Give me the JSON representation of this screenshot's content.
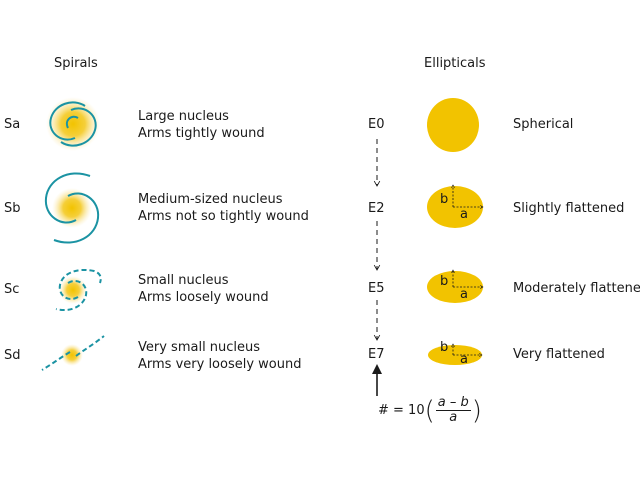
{
  "titles": {
    "spirals": "Spirals",
    "ellipticals": "Ellipticals"
  },
  "colors": {
    "nucleus": "#f2c300",
    "glow": "#f7d96a",
    "arm": "#1b93a3",
    "text": "#1a1a1a"
  },
  "spirals": [
    {
      "type": "Sa",
      "line1": "Large nucleus",
      "line2": "Arms tightly wound"
    },
    {
      "type": "Sb",
      "line1": "Medium-sized nucleus",
      "line2": "Arms not so tightly wound"
    },
    {
      "type": "Sc",
      "line1": "Small nucleus",
      "line2": "Arms loosely wound"
    },
    {
      "type": "Sd",
      "line1": "Very small nucleus",
      "line2": "Arms very loosely wound"
    }
  ],
  "ellipticals": [
    {
      "type": "E0",
      "desc": "Spherical"
    },
    {
      "type": "E2",
      "desc": "Slightly flattened",
      "axis_b": "b",
      "axis_a": "a"
    },
    {
      "type": "E5",
      "desc": "Moderately flattened",
      "axis_b": "b",
      "axis_a": "a"
    },
    {
      "type": "E7",
      "desc": "Very flattened",
      "axis_b": "b",
      "axis_a": "a"
    }
  ],
  "formula": {
    "lhs": "# = 10",
    "numerator": "a – b",
    "denominator": "a",
    "open": "(",
    "close": ")"
  }
}
